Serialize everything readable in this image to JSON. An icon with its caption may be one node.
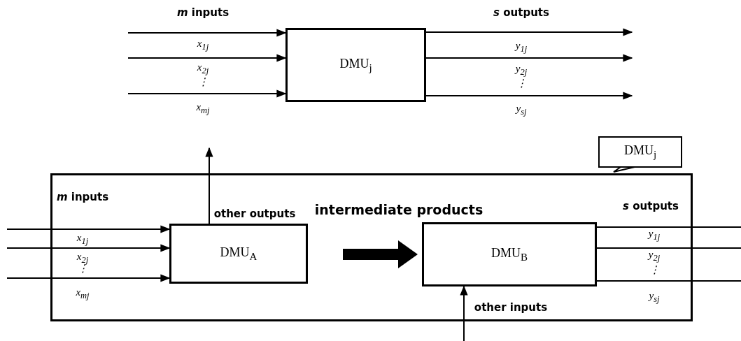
{
  "diagram": {
    "nodes": [
      {
        "text": [
          "DMU$_{j}$"
        ]
      },
      {
        "text": [
          "DMU$_{j}$"
        ]
      },
      {
        "text": [],
        "shape": "box"
      },
      {
        "text": [
          "DMU$_{A}$"
        ],
        "in": 2
      },
      {
        "text": [
          "DMU$_{B}$"
        ],
        "in": 2
      }
    ],
    "edges": [
      {
        "from": null,
        "to": 0,
        "arrow": "to",
        "label": "x$_{1j}$"
      },
      {
        "from": null,
        "to": 0,
        "arrow": "to",
        "label": "x$_{2j}$"
      },
      {
        "from": null,
        "to": 0,
        "arrow": "to",
        "label": "x$_{mj}$"
      },
      {
        "from": 0,
        "to": null,
        "arrow": "to",
        "label": "y$_{1j}$"
      },
      {
        "from": 0,
        "to": null,
        "arrow": "to",
        "label": "y$_{2j}$"
      },
      {
        "from": 0,
        "to": null,
        "arrow": "to",
        "label": "y$_{sj}$"
      },
      {
        "from": 1,
        "to": 2,
        "arrow": "none"
      },
      {
        "from": null,
        "to": 3,
        "arrow": "to",
        "label": "x$_{1j}$"
      },
      {
        "from": null,
        "to": 3,
        "arrow": "to",
        "label": "x$_{2j}$"
      },
      {
        "from": null,
        "to": 3,
        "arrow": "to",
        "label": "x$_{mj}$"
      },
      {
        "from": 3,
        "to": null,
        "arrow": "to",
        "label": "other outputs"
      },
      {
        "from": 3,
        "to": 4,
        "arrow": "to",
        "label": "intermediate products",
        "style": "thick"
      },
      {
        "from": 4,
        "to": null,
        "arrow": "none",
        "label": "y$_{1j}$"
      },
      {
        "from": 4,
        "to": null,
        "arrow": "none",
        "label": "y$_{2j}$"
      },
      {
        "from": 4,
        "to": null,
        "arrow": "none",
        "label": "y$_{sj}$"
      },
      {
        "from": null,
        "to": 4,
        "arrow": "to",
        "label": "other inputs"
      }
    ],
    "labels": [
      "*m* inputs",
      "⋮",
      "*s* outputs",
      "⋮",
      "*m* inputs",
      "⋮",
      "*s* outputs",
      "⋮"
    ]
  }
}
